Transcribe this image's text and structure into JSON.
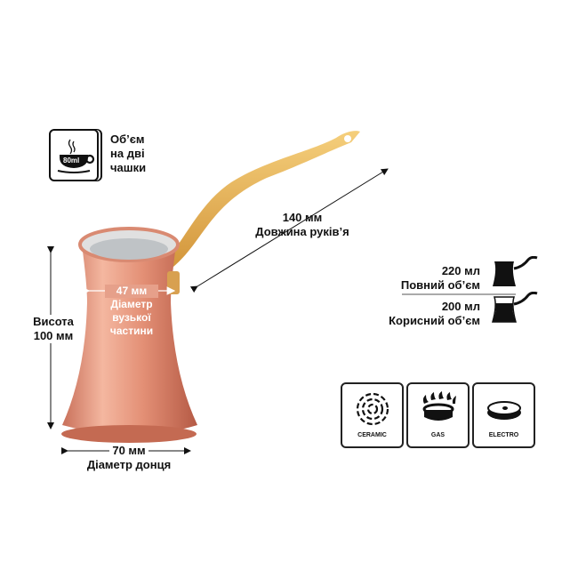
{
  "volume_badge": {
    "cup_label": "80ml",
    "text_lines": [
      "Об’єм",
      "на дві",
      "чашки"
    ]
  },
  "handle_length": {
    "value": "140 мм",
    "label": "Довжина руків’я"
  },
  "height": {
    "label": "Висота",
    "value": "100 мм"
  },
  "neck_diameter": {
    "value": "47 мм",
    "label_lines": [
      "Діаметр",
      "вузької",
      "частини"
    ]
  },
  "base_diameter": {
    "value": "70 мм",
    "label": "Діаметр донця"
  },
  "capacity": {
    "full": {
      "value": "220 мл",
      "label": "Повний об’єм"
    },
    "useful": {
      "value": "200 мл",
      "label": "Корисний об’єм"
    }
  },
  "stoves": [
    {
      "label": "CERAMIC",
      "icon": "ceramic-hob-icon"
    },
    {
      "label": "GAS",
      "icon": "gas-burner-icon"
    },
    {
      "label": "ELECTRO",
      "icon": "electric-hob-icon"
    }
  ],
  "colors": {
    "copper": "#e89a7e",
    "brass": "#e8b45a",
    "ink": "#111111"
  }
}
